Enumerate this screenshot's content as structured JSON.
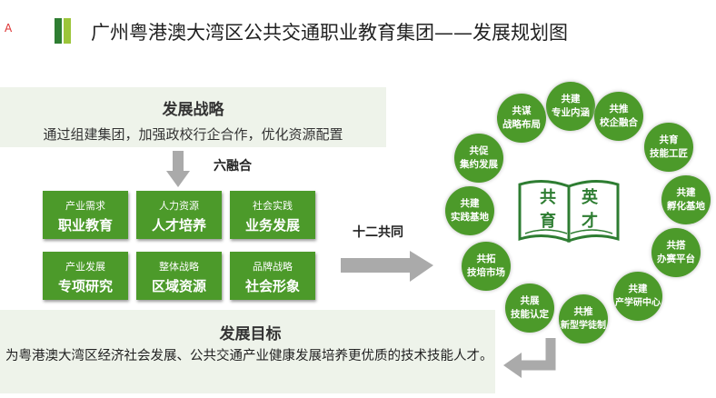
{
  "mark": "A",
  "title": "广州粤港澳大湾区公共交通职业教育集团——发展规划图",
  "colors": {
    "green": "#4c9a2a",
    "bar1": "#2e7d32",
    "bar2": "#9cc53a",
    "panel": "#eef3ea"
  },
  "strategy": {
    "heading": "发展战略",
    "text": "通过组建集团，加强政校行企合作，优化资源配置"
  },
  "six_label": "六融合",
  "twelve_label": "十二共同",
  "boxes": [
    {
      "small": "产业需求",
      "big": "职业教育"
    },
    {
      "small": "人力资源",
      "big": "人才培养"
    },
    {
      "small": "社会实践",
      "big": "业务发展"
    },
    {
      "small": "产业发展",
      "big": "专项研究"
    },
    {
      "small": "整体战略",
      "big": "区域资源"
    },
    {
      "small": "品牌战略",
      "big": "社会形象"
    }
  ],
  "book": {
    "c1": "共",
    "c2": "英",
    "c3": "育",
    "c4": "才"
  },
  "circles": [
    {
      "top": "共建",
      "bottom": "专业内涵"
    },
    {
      "top": "共推",
      "bottom": "校企融合"
    },
    {
      "top": "共育",
      "bottom": "技能工匠"
    },
    {
      "top": "共建",
      "bottom": "孵化基地"
    },
    {
      "top": "共搭",
      "bottom": "办赛平台"
    },
    {
      "top": "共建",
      "bottom": "产学研中心"
    },
    {
      "top": "共推",
      "bottom": "新型学徒制"
    },
    {
      "top": "共展",
      "bottom": "技能认定"
    },
    {
      "top": "共拓",
      "bottom": "技培市场"
    },
    {
      "top": "共建",
      "bottom": "实践基地"
    },
    {
      "top": "共促",
      "bottom": "集约发展"
    },
    {
      "top": "共谋",
      "bottom": "战略布局"
    }
  ],
  "goal": {
    "heading": "发展目标",
    "text": "为粤港澳大湾区经济社会发展、公共交通产业健康发展培养更优质的技术技能人才。"
  }
}
